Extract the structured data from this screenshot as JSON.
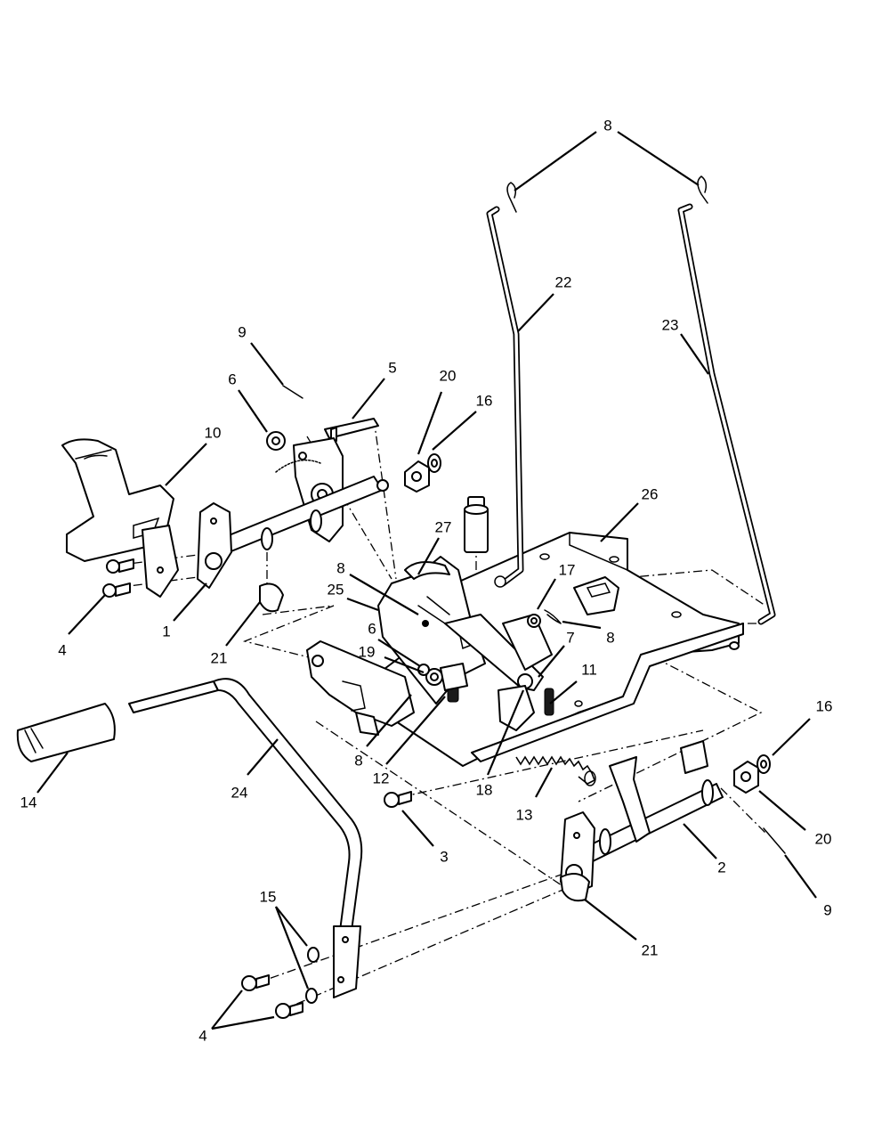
{
  "callouts": {
    "c1": "1",
    "c2": "2",
    "c3": "3",
    "c4a": "4",
    "c4b": "4",
    "c5": "5",
    "c6a": "6",
    "c6b": "6",
    "c7": "7",
    "c8a": "8",
    "c8b": "8",
    "c8c": "8",
    "c8d": "8",
    "c9a": "9",
    "c9b": "9",
    "c10": "10",
    "c11": "11",
    "c12": "12",
    "c13": "13",
    "c14": "14",
    "c15": "15",
    "c16a": "16",
    "c16b": "16",
    "c17": "17",
    "c18": "18",
    "c19": "19",
    "c20a": "20",
    "c20b": "20",
    "c21a": "21",
    "c21b": "21",
    "c22": "22",
    "c23": "23",
    "c24": "24",
    "c25": "25",
    "c26": "26",
    "c27": "27"
  }
}
